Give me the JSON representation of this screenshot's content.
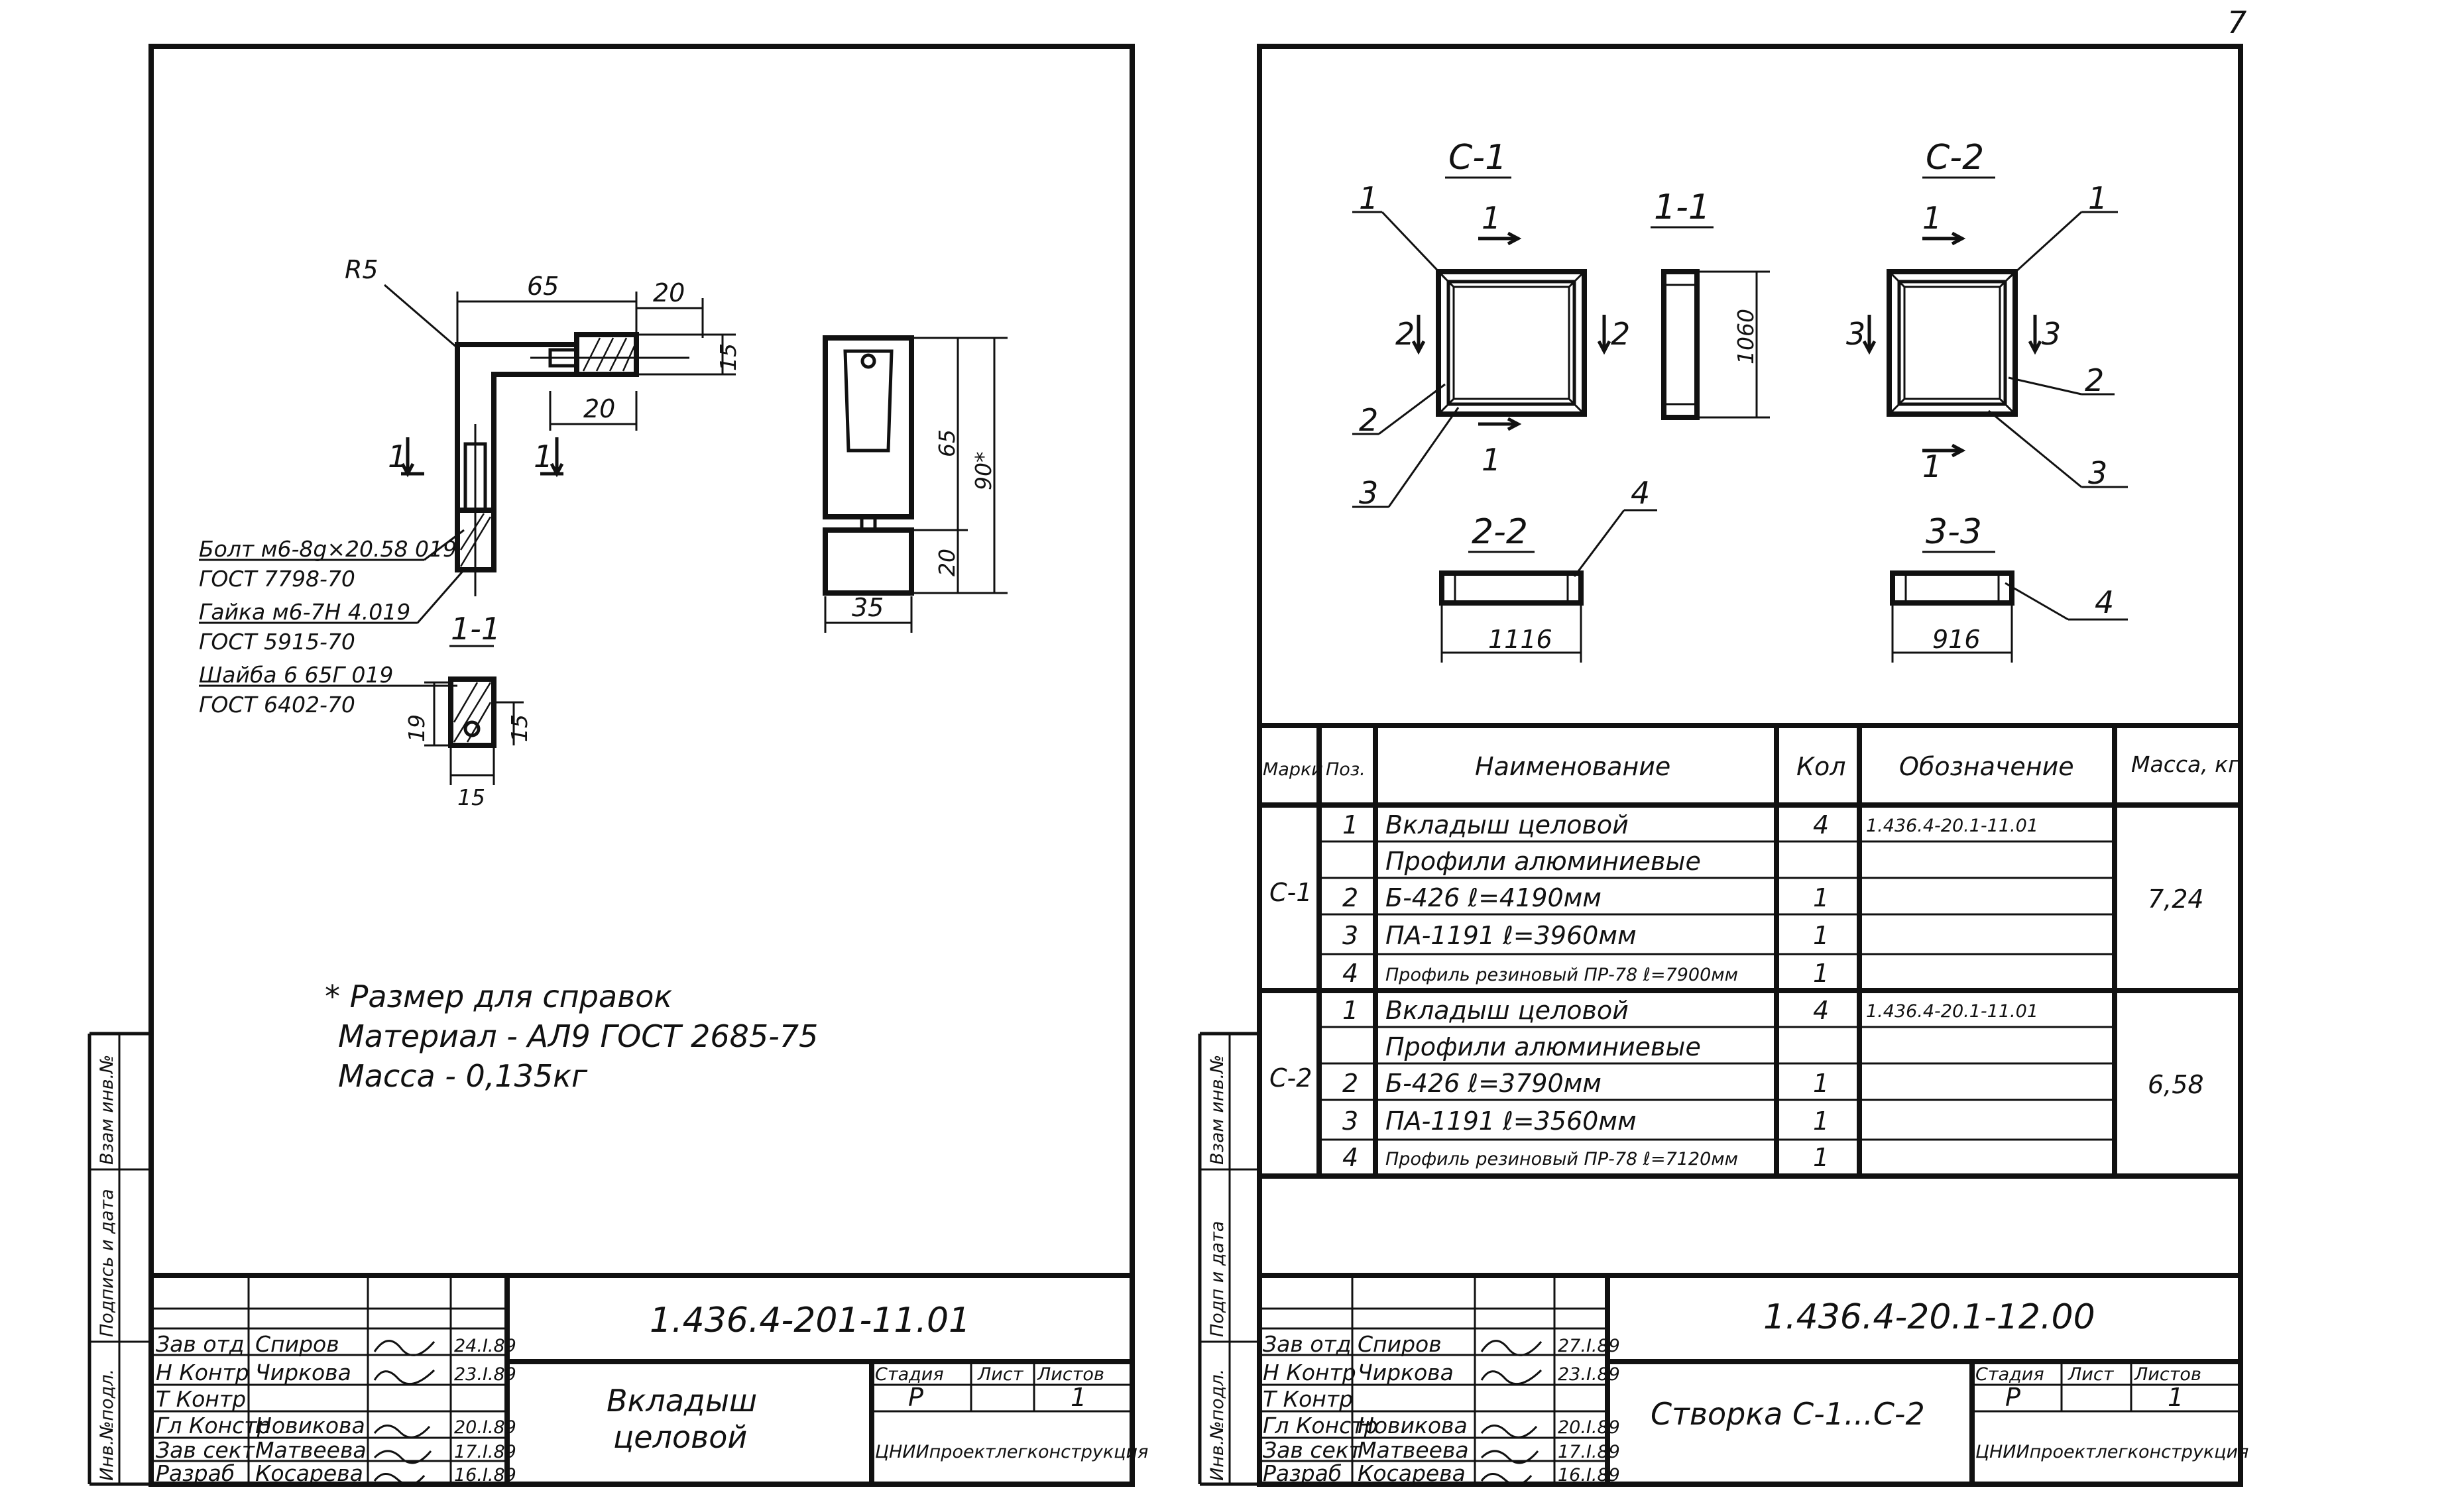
{
  "page_number": "7",
  "left_sheet": {
    "labels": {
      "r5": "R5",
      "dim_65_top": "65",
      "dim_20_top": "20",
      "dim_15_side": "15",
      "dim_20_inner": "20",
      "sec1_left": "1",
      "sec1_right": "1",
      "section_11": "1-1",
      "dim_65_v": "65",
      "dim_90": "90*",
      "dim_20_v": "20",
      "dim_35": "35",
      "dim_19": "19",
      "dim_15_small": "15",
      "dim_15_bottom": "15"
    },
    "parts": [
      {
        "name": "Болт м6-8g×20.58 019",
        "std": "ГОСТ 7798-70"
      },
      {
        "name": "Гайка м6-7Н 4.019",
        "std": "ГОСТ 5915-70"
      },
      {
        "name": "Шайба 6 65Г 019",
        "std": "ГОСТ 6402-70"
      }
    ],
    "notes": [
      "* Размер для справок",
      "Материал - АЛ9 ГОСТ 2685-75",
      "Масса - 0,135кг"
    ],
    "title_block": {
      "doc_number": "1.436.4-201-11.01",
      "title_line1": "Вкладыш",
      "title_line2": "целовой",
      "roles": [
        {
          "role": "Зав отд",
          "name": "Спиров",
          "date": "24.I.89"
        },
        {
          "role": "Н Контр",
          "name": "Чиркова",
          "date": "23.I.89"
        },
        {
          "role": "Т Контр",
          "name": "",
          "date": ""
        },
        {
          "role": "Гл Констр",
          "name": "Новикова",
          "date": "20.I.89"
        },
        {
          "role": "Зав сект",
          "name": "Матвеева",
          "date": "17.I.89"
        },
        {
          "role": "Разраб",
          "name": "Косарева",
          "date": "16.I.89"
        }
      ],
      "stage_header": "Стадия",
      "sheet_header": "Лист",
      "sheets_header": "Листов",
      "stage": "Р",
      "sheets": "1",
      "org": "ЦНИИпроектлегконструкция"
    },
    "margin_labels": [
      "Инв.№подл.",
      "Подпись и дата",
      "Взам инв.№"
    ]
  },
  "right_sheet": {
    "labels": {
      "c1": "С-1",
      "c2": "С-2",
      "sec11": "1-1",
      "sec22": "2-2",
      "sec33": "3-3",
      "dim_1060": "1060",
      "dim_1116": "1116",
      "dim_916": "916",
      "c1_callouts": [
        "1",
        "2",
        "3"
      ],
      "c2_callouts": [
        "1",
        "2",
        "3"
      ],
      "callout_4": "4",
      "cut_1": "1",
      "cut_2": "2",
      "cut_3": "3"
    },
    "table": {
      "headers": [
        "Марки",
        "Поз.",
        "Наименование",
        "Кол",
        "Обозначение",
        "Масса, кг"
      ],
      "rows": [
        {
          "mark": "С-1",
          "pos": "1",
          "name": "Вкладыш целовой",
          "qty": "4",
          "code": "1.436.4-20.1-11.01",
          "mass": "7,24"
        },
        {
          "mark": "",
          "pos": "",
          "name": "Профили алюминиевые",
          "qty": "",
          "code": "",
          "mass": ""
        },
        {
          "mark": "",
          "pos": "2",
          "name": "Б-426  ℓ=4190мм",
          "qty": "1",
          "code": "",
          "mass": ""
        },
        {
          "mark": "",
          "pos": "3",
          "name": "ПА-1191  ℓ=3960мм",
          "qty": "1",
          "code": "",
          "mass": ""
        },
        {
          "mark": "",
          "pos": "4",
          "name": "Профиль резиновый ПР-78 ℓ=7900мм",
          "qty": "1",
          "code": "",
          "mass": ""
        },
        {
          "mark": "С-2",
          "pos": "1",
          "name": "Вкладыш целовой",
          "qty": "4",
          "code": "1.436.4-20.1-11.01",
          "mass": "6,58"
        },
        {
          "mark": "",
          "pos": "",
          "name": "Профили алюминиевые",
          "qty": "",
          "code": "",
          "mass": ""
        },
        {
          "mark": "",
          "pos": "2",
          "name": "Б-426  ℓ=3790мм",
          "qty": "1",
          "code": "",
          "mass": ""
        },
        {
          "mark": "",
          "pos": "3",
          "name": "ПА-1191  ℓ=3560мм",
          "qty": "1",
          "code": "",
          "mass": ""
        },
        {
          "mark": "",
          "pos": "4",
          "name": "Профиль резиновый ПР-78 ℓ=7120мм",
          "qty": "1",
          "code": "",
          "mass": ""
        }
      ]
    },
    "title_block": {
      "doc_number": "1.436.4-20.1-12.00",
      "title": "Створка С-1...С-2",
      "roles": [
        {
          "role": "Зав отд",
          "name": "Спиров",
          "date": "27.I.89"
        },
        {
          "role": "Н Контр",
          "name": "Чиркова",
          "date": "23.I.89"
        },
        {
          "role": "Т Контр",
          "name": "",
          "date": ""
        },
        {
          "role": "Гл Констр",
          "name": "Новикова",
          "date": "20.I.89"
        },
        {
          "role": "Зав сект",
          "name": "Матвеева",
          "date": "17.I.89"
        },
        {
          "role": "Разраб",
          "name": "Косарева",
          "date": "16.I.89"
        }
      ],
      "stage_header": "Стадия",
      "sheet_header": "Лист",
      "sheets_header": "Листов",
      "stage": "Р",
      "sheets": "1",
      "org": "ЦНИИпроектлегконструкция"
    },
    "margin_labels": [
      "Инв.№подл.",
      "Подп и дата",
      "Взам инв.№"
    ]
  }
}
